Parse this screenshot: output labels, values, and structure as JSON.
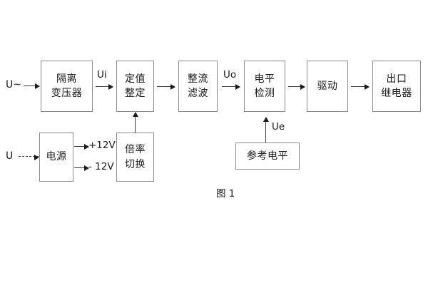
{
  "diagram": {
    "caption": "图 1",
    "blocks": [
      {
        "id": "isolation-transformer",
        "lines": [
          "隔离",
          "变压器"
        ]
      },
      {
        "id": "setting-value",
        "lines": [
          "定值",
          "整定"
        ]
      },
      {
        "id": "rectify-filter",
        "lines": [
          "整流",
          "滤波"
        ]
      },
      {
        "id": "level-detection",
        "lines": [
          "电平",
          "检测"
        ]
      },
      {
        "id": "drive",
        "lines": [
          "驱动"
        ]
      },
      {
        "id": "output-relay",
        "lines": [
          "出口",
          "继电器"
        ]
      },
      {
        "id": "power-supply",
        "lines": [
          "电源"
        ]
      },
      {
        "id": "multiplier-switch",
        "lines": [
          "倍率",
          "切换"
        ]
      },
      {
        "id": "reference-level",
        "lines": [
          "参考电平"
        ]
      }
    ],
    "signals": {
      "input_ac": "U~",
      "input_dc": "U",
      "ui": "Ui",
      "uo": "Uo",
      "ue": "Ue",
      "supply_positive": "+12V",
      "supply_negative": "- 12V"
    },
    "colors": {
      "background": "#ffffff",
      "box_border": "#8c8c8c",
      "line": "#3a3a3a",
      "text": "#1a1a1a"
    }
  }
}
